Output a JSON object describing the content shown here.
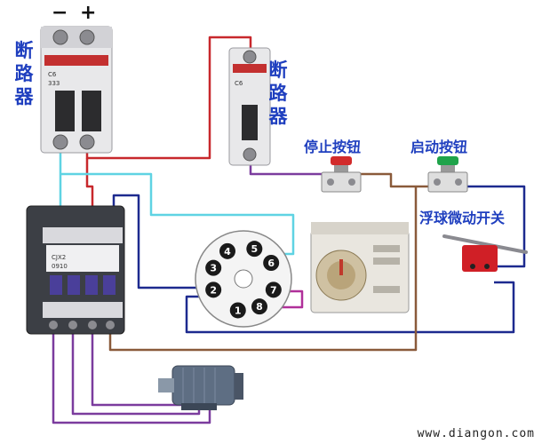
{
  "labels": {
    "breaker_left": "断路器",
    "breaker_right": "断路器",
    "minus": "−",
    "plus": "+",
    "stop_button": "停止按钮",
    "start_button": "启动按钮",
    "float_switch": "浮球微动开关"
  },
  "relay_pins": [
    "1",
    "2",
    "3",
    "4",
    "5",
    "6",
    "7",
    "8"
  ],
  "watermark": "www.diangon.com",
  "colors": {
    "label_blue": "#1f3fbf",
    "wire_red": "#c8282c",
    "wire_cyan": "#5fd3e3",
    "wire_navy": "#1d2a8f",
    "wire_purple": "#7b3c9e",
    "wire_brown": "#8a5a3a",
    "wire_magenta": "#b0309a"
  }
}
